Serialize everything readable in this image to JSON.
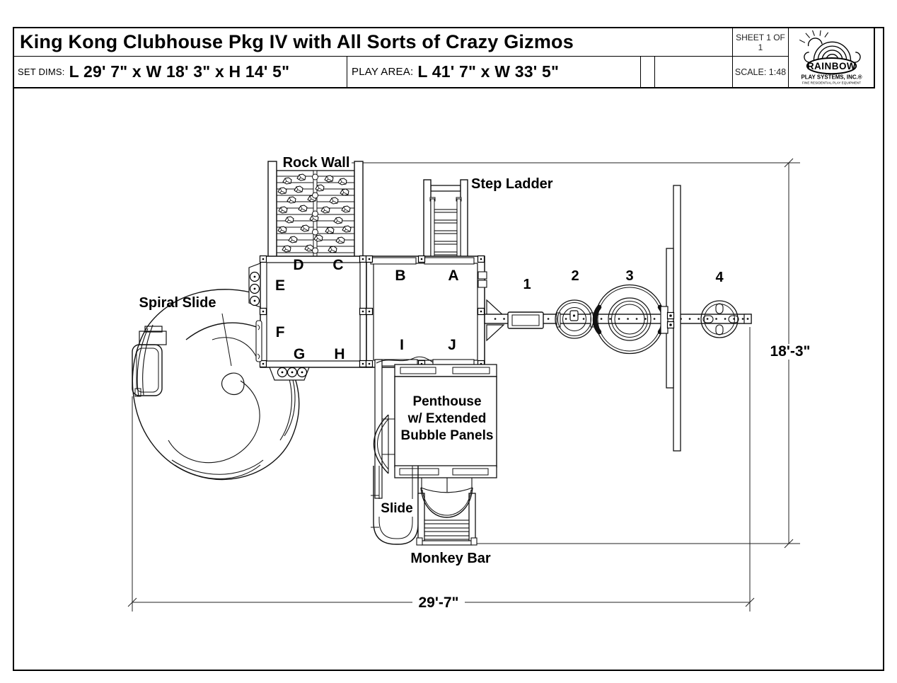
{
  "title_block": {
    "title": "King Kong Clubhouse Pkg IV with All Sorts of Crazy Gizmos",
    "sheet": "SHEET 1 OF 1",
    "scale": "SCALE: 1:48",
    "set_dims_label": "SET DIMS:",
    "set_dims_value": "L 29' 7\" x W 18' 3\" x H 14' 5\"",
    "play_area_label": "PLAY AREA:",
    "play_area_value": "L 41' 7\" x W 33' 5\"",
    "logo": {
      "brand": "RAINBOW",
      "company": "PLAY SYSTEMS, INC.®",
      "tagline": "FINE RESIDENTIAL PLAY EQUIPMENT"
    }
  },
  "drawing": {
    "labels": {
      "rock_wall": "Rock Wall",
      "step_ladder": "Step Ladder",
      "spiral_slide": "Spiral Slide",
      "penthouse_line1": "Penthouse",
      "penthouse_line2": "w/ Extended",
      "penthouse_line3": "Bubble Panels",
      "slide": "Slide",
      "monkey_bar": "Monkey Bar"
    },
    "letters": {
      "a": "A",
      "b": "B",
      "c": "C",
      "d": "D",
      "e": "E",
      "f": "F",
      "g": "G",
      "h": "H",
      "i": "I",
      "j": "J"
    },
    "swing_positions": {
      "p1": "1",
      "p2": "2",
      "p3": "3",
      "p4": "4"
    },
    "dimensions": {
      "width": "18'-3\"",
      "length": "29'-7\""
    },
    "colors": {
      "line": "#111111",
      "background": "#ffffff"
    }
  }
}
